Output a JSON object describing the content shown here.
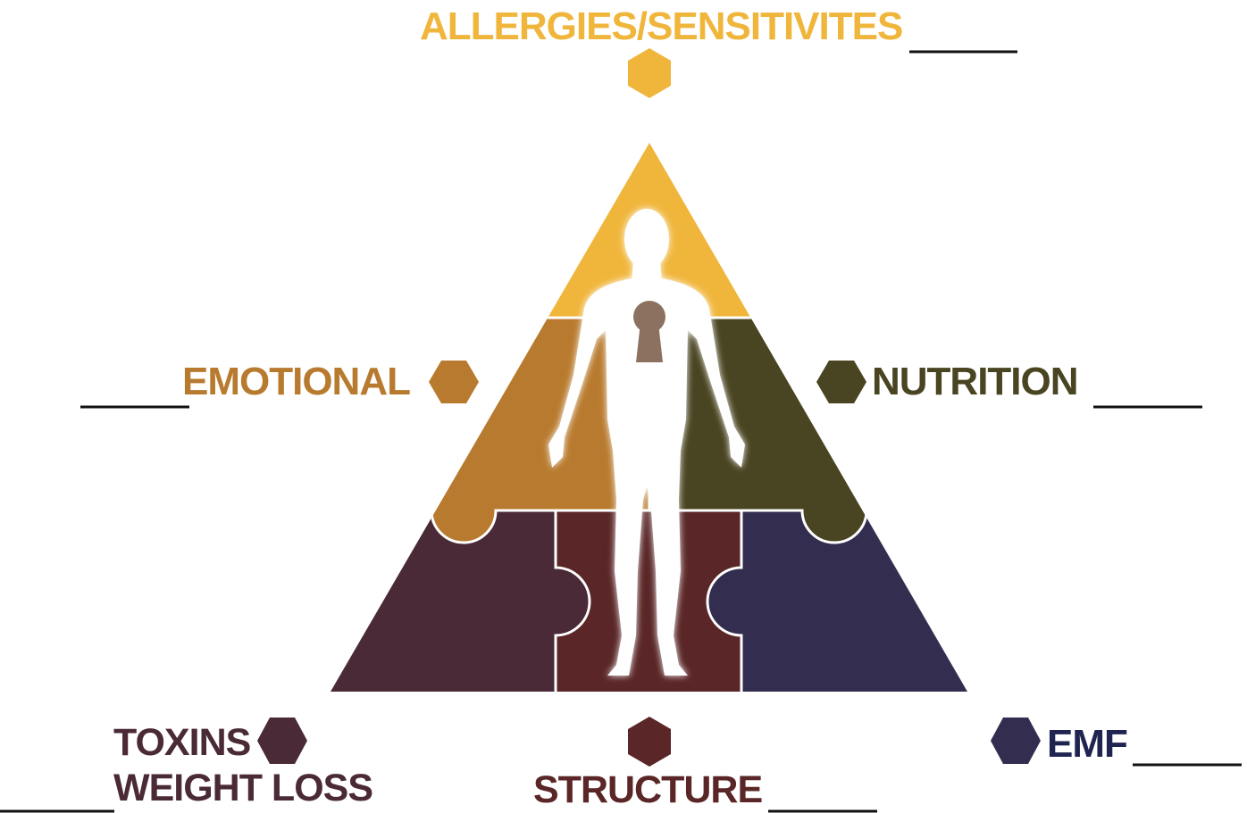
{
  "colors": {
    "allergies": "#F0B63C",
    "emotional": "#B87A2E",
    "nutrition": "#494421",
    "toxins": "#4A2A36",
    "structure": "#5A2627",
    "emf": "#332D4F",
    "emf_text": "#1F2550",
    "keyhole": "#8C7160",
    "line": "#111111"
  },
  "labels": {
    "allergies": "ALLERGIES/SENSITIVITES",
    "emotional": "EMOTIONAL",
    "nutrition": "NUTRITION",
    "toxins": "TOXINS",
    "weight_loss": "WEIGHT LOSS",
    "structure": "STRUCTURE",
    "emf": "EMF"
  }
}
